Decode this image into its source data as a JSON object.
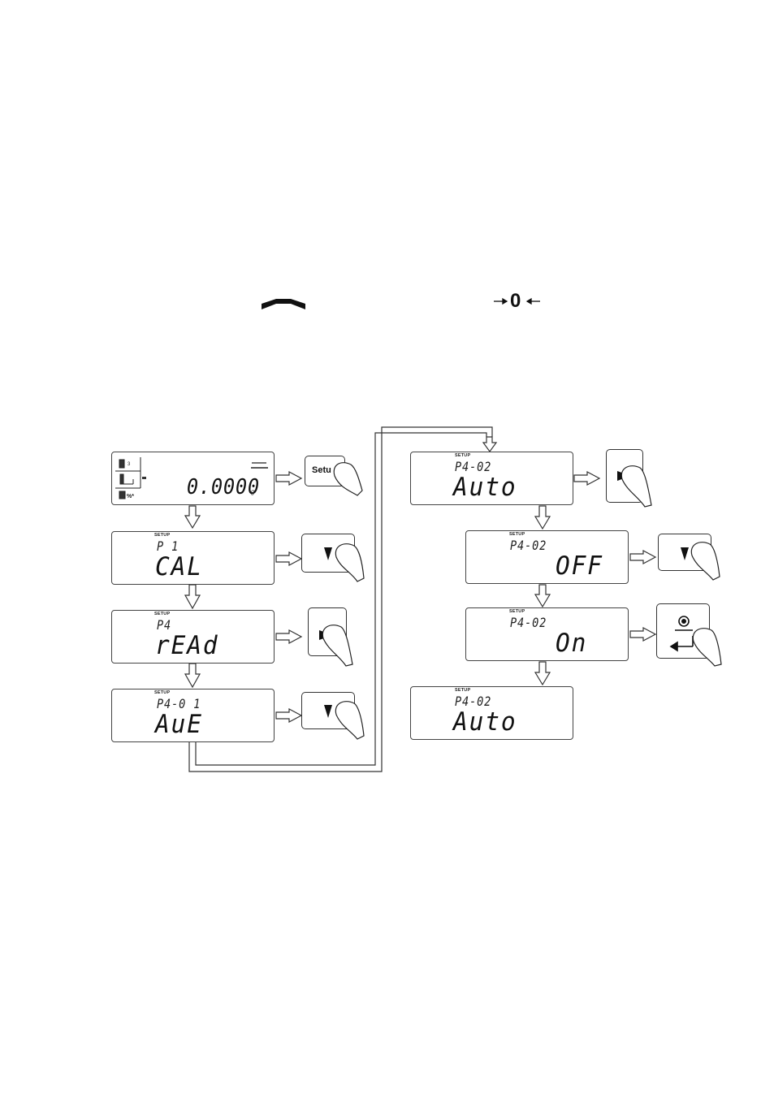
{
  "symbols": {
    "stability": "stability-marker",
    "zero": "0"
  },
  "screens": {
    "home": {
      "reading": "0.0000",
      "unit": "g"
    },
    "p1": {
      "tag": "SETUP",
      "code": "P 1",
      "value": "CAL"
    },
    "p4": {
      "tag": "SETUP",
      "code": "P4",
      "value": "rEAd"
    },
    "p401": {
      "tag": "SETUP",
      "code": "P4-0 1",
      "value": "AuE"
    },
    "p402_a": {
      "tag": "SETUP",
      "code": "P4-02",
      "value": "Auto"
    },
    "p402_off": {
      "tag": "SETUP",
      "code": "P4-02",
      "value": "OFF"
    },
    "p402_on": {
      "tag": "SETUP",
      "code": "P4-02",
      "value": "On"
    },
    "p402_b": {
      "tag": "SETUP",
      "code": "P4-02",
      "value": "Auto"
    }
  },
  "keys": {
    "setup_label": "Setu",
    "down": "down-arrow-key",
    "right": "right-arrow-key",
    "enter": "enter-key"
  }
}
